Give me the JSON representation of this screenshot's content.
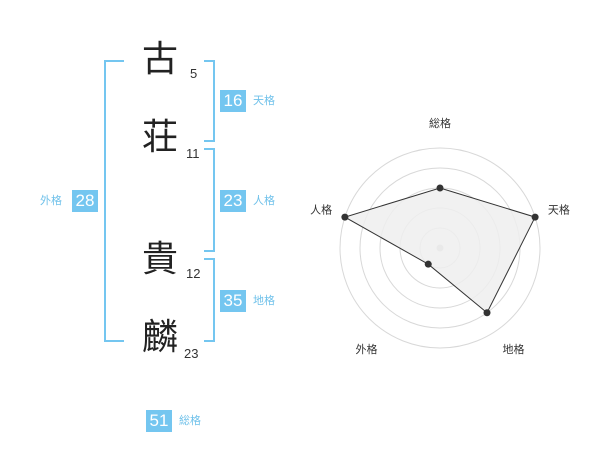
{
  "name_chars": [
    {
      "char": "古",
      "strokes": "5"
    },
    {
      "char": "荘",
      "strokes": "11"
    },
    {
      "char": "貴",
      "strokes": "12"
    },
    {
      "char": "麟",
      "strokes": "23"
    }
  ],
  "fortunes": {
    "tenkaku": {
      "value": "16",
      "label": "天格"
    },
    "jinkaku": {
      "value": "23",
      "label": "人格"
    },
    "chikaku": {
      "value": "35",
      "label": "地格"
    },
    "gaikaku": {
      "value": "28",
      "label": "外格"
    },
    "soukaku": {
      "value": "51",
      "label": "総格"
    }
  },
  "chart_data": {
    "type": "radar",
    "axes": [
      "総格",
      "天格",
      "地格",
      "外格",
      "人格"
    ],
    "values": [
      3,
      5,
      4,
      1,
      5
    ],
    "rmax": 5,
    "ring_count": 5
  },
  "colors": {
    "accent": "#74c6f0",
    "polygon_fill": "#eeeeee",
    "polygon_stroke": "#333333",
    "grid": "#d8d8d8"
  }
}
